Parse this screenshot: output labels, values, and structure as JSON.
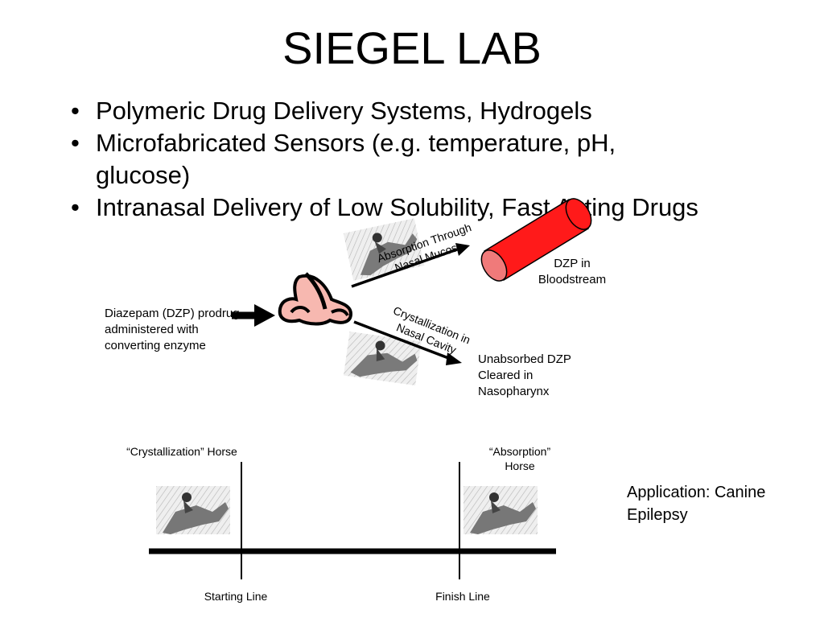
{
  "slide": {
    "title": "SIEGEL LAB",
    "bullets": [
      "Polymeric Drug Delivery Systems, Hydrogels",
      "Microfabricated Sensors (e.g. temperature, pH, glucose)",
      "Intranasal Delivery of Low Solubility, Fast Acting Drugs"
    ]
  },
  "diagram": {
    "input_label": "Diazepam (DZP) prodrug administered with converting enzyme",
    "absorption_arrow_label": "Absorption Through Nasal Mucosa",
    "crystallization_arrow_label": "Crystallization in Nasal Cavity",
    "bloodstream_label": "DZP in Bloodstream",
    "cleared_label": "Unabsorbed DZP Cleared in Nasopharynx",
    "colors": {
      "blood_vessel": "#ff1a1a",
      "blood_vessel_end": "#f07a7a",
      "nose": "#f7b8b0"
    },
    "icons": [
      "arrow-icon",
      "nose-icon",
      "blood-vessel-icon",
      "horse-jockey-image"
    ]
  },
  "race": {
    "crystallization_horse_label": "“Crystallization”  Horse",
    "absorption_horse_label": "“Absorption” Horse",
    "starting_line_label": "Starting Line",
    "finish_line_label": "Finish Line",
    "application_label": "Application: Canine Epilepsy"
  }
}
